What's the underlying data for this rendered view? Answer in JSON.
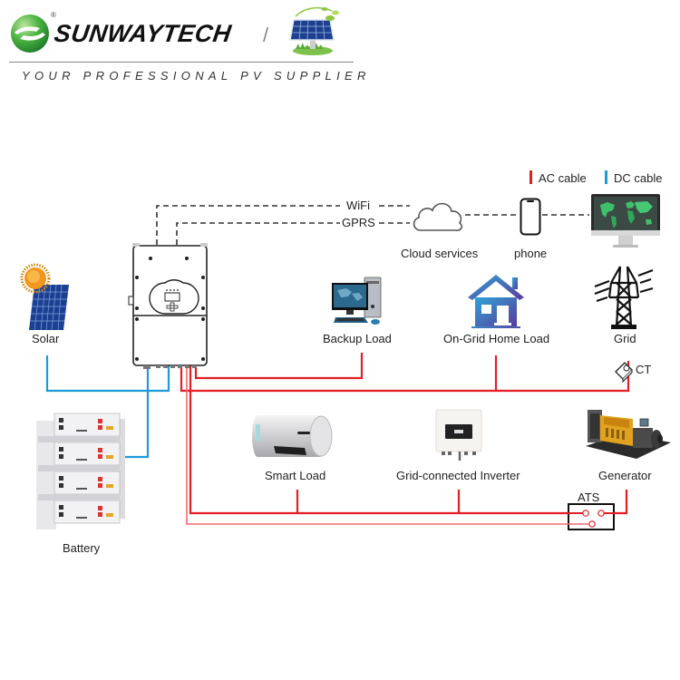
{
  "header": {
    "brand_name": "SUNWAYTECH",
    "registered_mark": "®",
    "separator": "/",
    "tagline": "YOUR PROFESSIONAL PV SUPPLIER"
  },
  "legend": {
    "items": [
      {
        "label": "AC cable",
        "color": "#e31e24"
      },
      {
        "label": "DC cable",
        "color": "#1e9ad6"
      }
    ]
  },
  "connections": {
    "wifi_label": "WiFi",
    "gprs_label": "GPRS"
  },
  "nodes": {
    "cloud": "Cloud services",
    "phone": "phone",
    "solar": "Solar",
    "backup_load": "Backup Load",
    "home_load": "On-Grid Home Load",
    "grid": "Grid",
    "ct": "CT",
    "battery": "Battery",
    "smart_load": "Smart Load",
    "grid_inverter": "Grid-connected Inverter",
    "generator": "Generator",
    "ats": "ATS"
  },
  "colors": {
    "ac": "#e31e24",
    "ac_light": "#ef6b6f",
    "dc": "#1e9ad6",
    "brand_green": "#3aa935"
  }
}
